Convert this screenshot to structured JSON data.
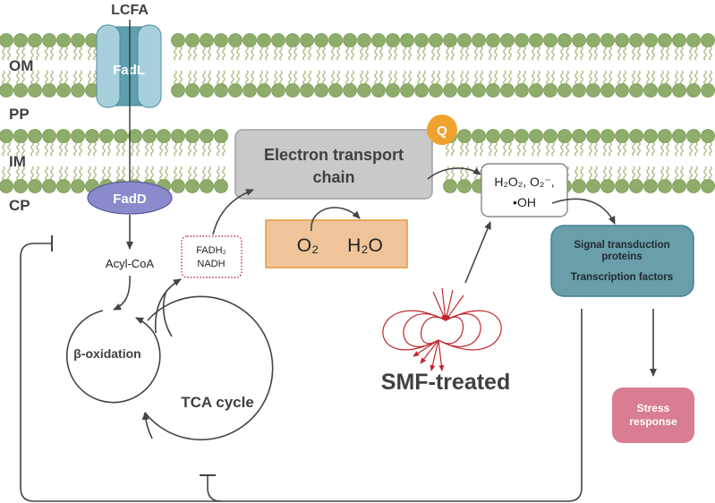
{
  "membranes": {
    "outer_label": "OM",
    "periplasm_label": "PP",
    "inner_label": "IM",
    "cytoplasm_label": "CP"
  },
  "transporters": {
    "substrate": "LCFA",
    "fadl": "FadL",
    "fadd": "FadD"
  },
  "metabolites": {
    "acyl_coa": "Acyl-CoA",
    "fadh2": "FADH₂",
    "nadh": "NADH"
  },
  "cycles": {
    "beta_oxidation": "β-oxidation",
    "tca": "TCA cycle"
  },
  "etc": {
    "line1": "Electron transport",
    "line2": "chain",
    "quinone": "Q"
  },
  "oxygen_box": {
    "o2": "O₂",
    "h2o": "H₂O"
  },
  "ros": {
    "line1": "H₂O₂, O₂⁻,",
    "line2": "•OH"
  },
  "signal_box": {
    "line1": "Signal transduction",
    "line2": "proteins",
    "line3": "Transcription factors"
  },
  "stress_box": {
    "line1": "Stress",
    "line2": "response"
  },
  "treatment": {
    "label": "SMF-treated",
    "icon": "magnetic-field-icon"
  },
  "colors": {
    "lipid_head": "#8fad6a",
    "lipid_head_stroke": "#7a9a55",
    "lipid_tail": "#a9b77e",
    "fadl_fill": "#a8d0dc",
    "fadl_core": "#5e9fb0",
    "fadd_fill": "#8a8acc",
    "etc_fill": "#c9c9c9",
    "quinone": "#f0a22e",
    "oxygen_fill": "#f0c49b",
    "oxygen_stroke": "#e8963c",
    "signal_fill": "#6a9ea9",
    "signal_stroke": "#3f8494",
    "stress_fill": "#d97d92",
    "field": "#c0272d",
    "dotted_border": "#c0304a"
  }
}
